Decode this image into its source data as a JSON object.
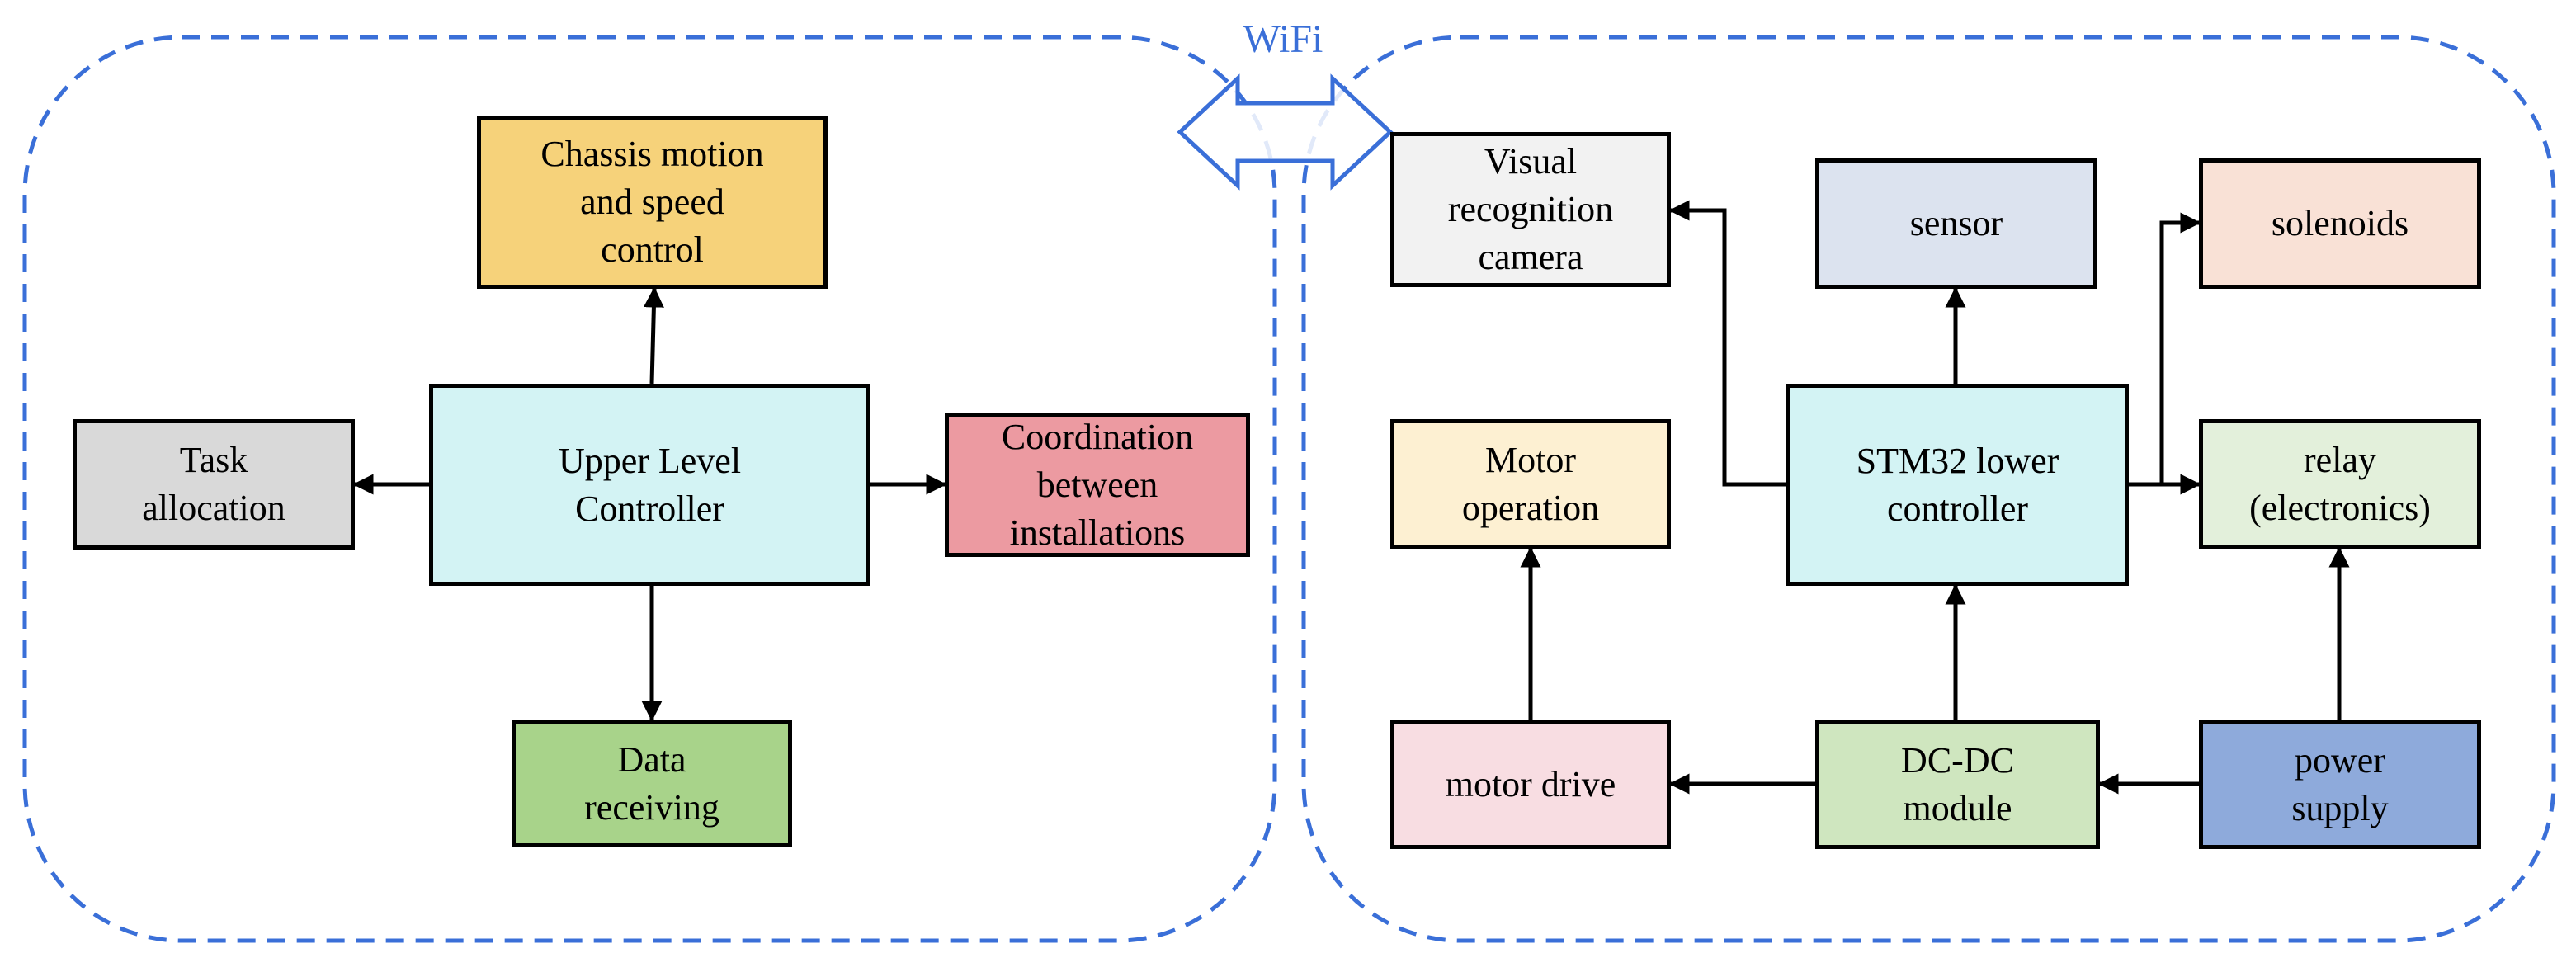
{
  "colors": {
    "boundary": "#3a6fd8",
    "line": "#000000"
  },
  "wifi_label": "WiFi",
  "groups": [
    {
      "name": "upper-level-group",
      "style": "dashed-rounded"
    },
    {
      "name": "lower-level-group",
      "style": "dashed-rounded"
    }
  ],
  "nodes": {
    "chassis": {
      "label": "Chassis motion\nand speed\ncontrol",
      "fill": "#f6d27a"
    },
    "upper": {
      "label": "Upper Level\nController",
      "fill": "#d3f3f4"
    },
    "task": {
      "label": "Task\nallocation",
      "fill": "#d9d9d9"
    },
    "coord": {
      "label": "Coordination\nbetween\ninstallations",
      "fill": "#ec9aa1"
    },
    "data": {
      "label": "Data\nreceiving",
      "fill": "#a8d38a"
    },
    "camera": {
      "label": "Visual\nrecognition\ncamera",
      "fill": "#f2f2f2"
    },
    "sensor": {
      "label": "sensor",
      "fill": "#dce3ef"
    },
    "solenoids": {
      "label": "solenoids",
      "fill": "#f9e1d6"
    },
    "motorop": {
      "label": "Motor\noperation",
      "fill": "#fdf0d2"
    },
    "stm32": {
      "label": "STM32 lower\ncontroller",
      "fill": "#d3f3f4"
    },
    "relay": {
      "label": "relay\n(electronics)",
      "fill": "#e3f0db"
    },
    "motordrive": {
      "label": "motor drive",
      "fill": "#f8dde2"
    },
    "dcdc": {
      "label": "DC-DC\nmodule",
      "fill": "#cfe6bf"
    },
    "power": {
      "label": "power\nsupply",
      "fill": "#8eaadb"
    }
  },
  "edges": [
    {
      "from": "upper",
      "to": "chassis"
    },
    {
      "from": "upper",
      "to": "task"
    },
    {
      "from": "upper",
      "to": "coord"
    },
    {
      "from": "upper",
      "to": "data"
    },
    {
      "from": "stm32",
      "to": "camera"
    },
    {
      "from": "stm32",
      "to": "sensor"
    },
    {
      "from": "stm32",
      "to": "solenoids"
    },
    {
      "from": "stm32",
      "to": "relay"
    },
    {
      "from": "motordrive",
      "to": "motorop"
    },
    {
      "from": "dcdc",
      "to": "motordrive"
    },
    {
      "from": "dcdc",
      "to": "stm32"
    },
    {
      "from": "power",
      "to": "dcdc"
    },
    {
      "from": "power",
      "to": "relay"
    }
  ]
}
